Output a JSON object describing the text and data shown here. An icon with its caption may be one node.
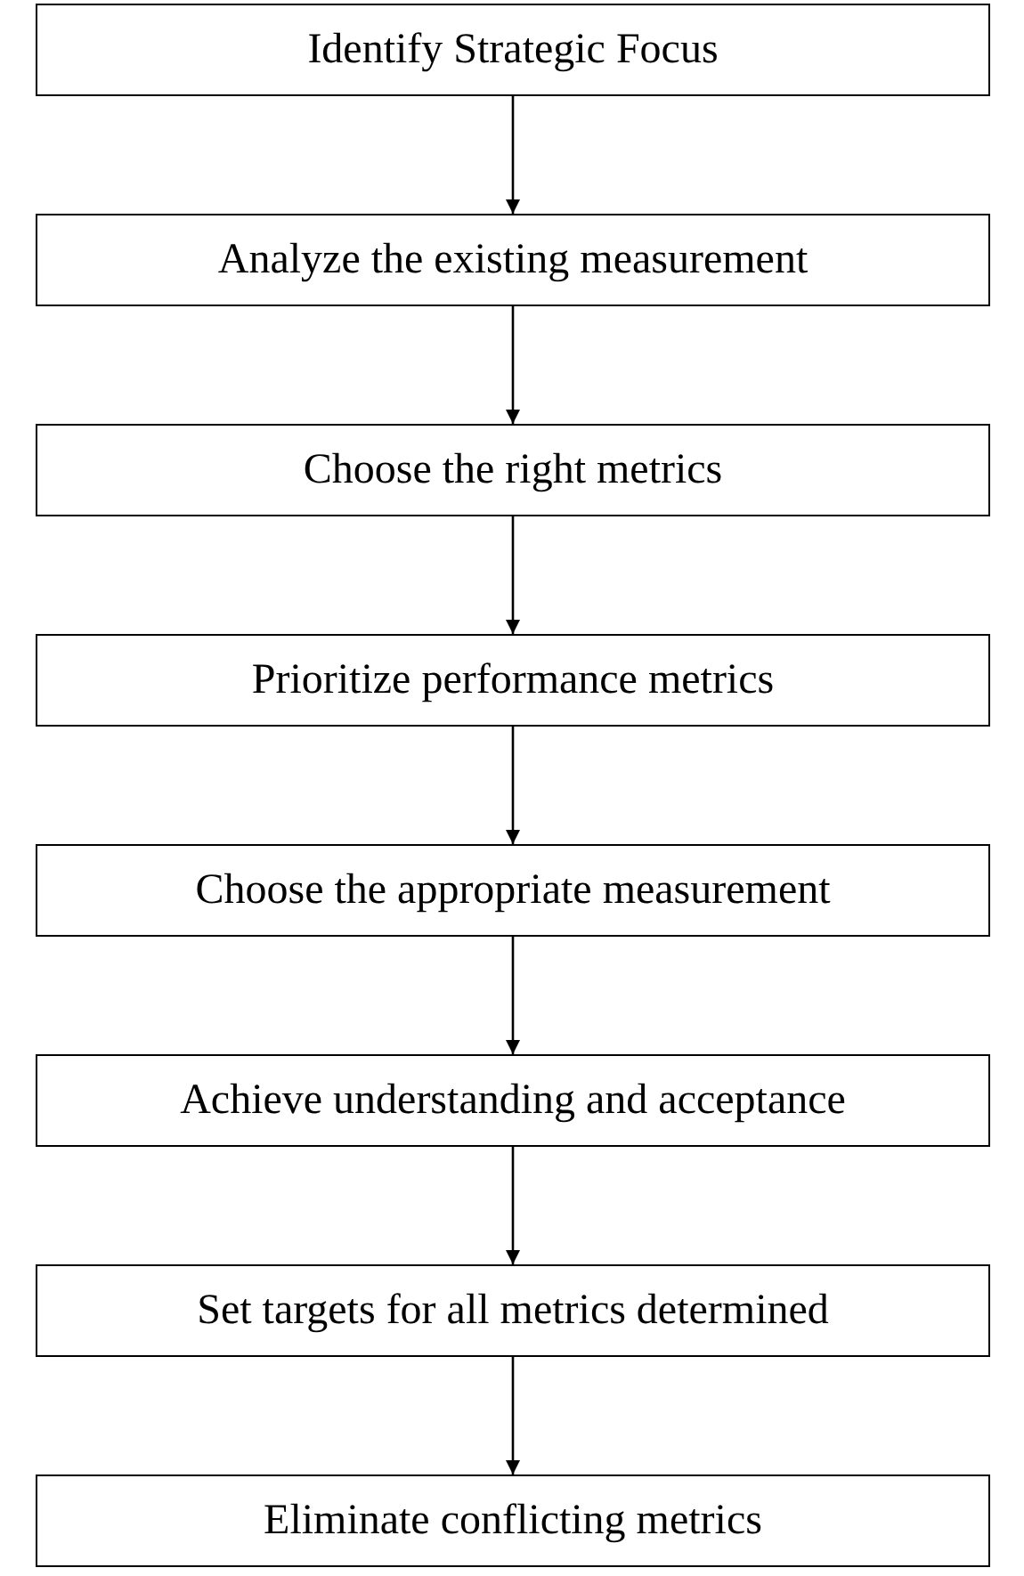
{
  "diagram": {
    "nodes": [
      {
        "text": [
          "Identify Strategic Focus"
        ]
      },
      {
        "text": [
          "Analyze the existing measurement"
        ]
      },
      {
        "text": [
          "Choose the right metrics"
        ]
      },
      {
        "text": [
          "Prioritize performance metrics"
        ]
      },
      {
        "text": [
          "Choose the appropriate measurement"
        ]
      },
      {
        "text": [
          "Achieve understanding and acceptance"
        ]
      },
      {
        "text": [
          "Set targets for all metrics determined"
        ]
      },
      {
        "text": [
          "Eliminate conflicting metrics"
        ]
      }
    ],
    "edges": [
      {
        "from": 0,
        "to": 1,
        "arrow": "to"
      },
      {
        "from": 1,
        "to": 2,
        "arrow": "to"
      },
      {
        "from": 2,
        "to": 3,
        "arrow": "to"
      },
      {
        "from": 3,
        "to": 4,
        "arrow": "to"
      },
      {
        "from": 4,
        "to": 5,
        "arrow": "to"
      },
      {
        "from": 5,
        "to": 6,
        "arrow": "to"
      },
      {
        "from": 6,
        "to": 7,
        "arrow": "to"
      }
    ]
  }
}
